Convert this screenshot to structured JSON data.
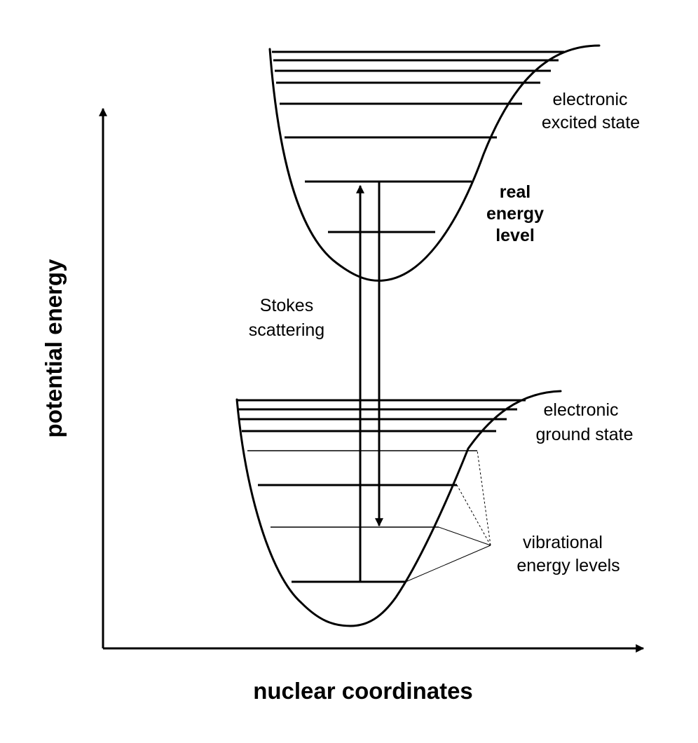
{
  "axes": {
    "y_label": "potential energy",
    "x_label": "nuclear coordinates"
  },
  "labels": {
    "excited_state": [
      "electronic",
      "excited state"
    ],
    "real_level": [
      "real",
      "energy",
      "level"
    ],
    "stokes": [
      "Stokes",
      "scattering"
    ],
    "ground_state": [
      "electronic",
      "ground state"
    ],
    "vibrational": [
      "vibrational",
      "energy levels"
    ]
  },
  "colors": {
    "line": "#000000",
    "background": "#ffffff"
  }
}
